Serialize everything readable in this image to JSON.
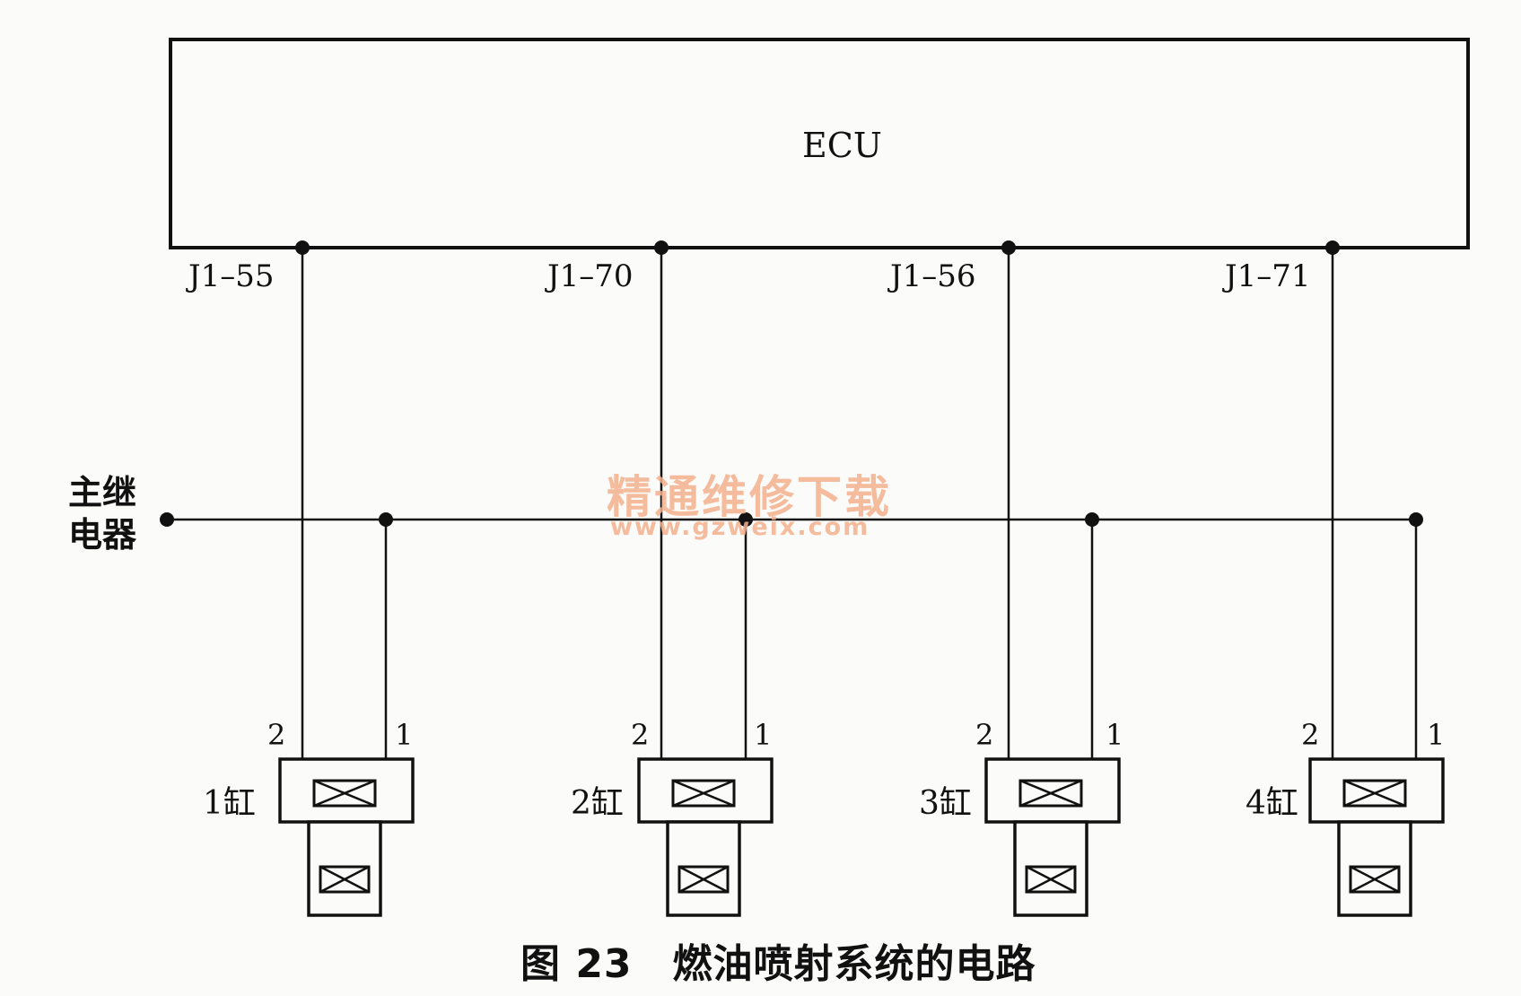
{
  "ecu": {
    "label": "ECU"
  },
  "relay": {
    "line1": "主继",
    "line2": "电器"
  },
  "pins": [
    "J1–55",
    "J1–70",
    "J1–56",
    "J1–71"
  ],
  "terminals": {
    "t2": "2",
    "t1": "1"
  },
  "injectors": [
    "1缸",
    "2缸",
    "3缸",
    "4缸"
  ],
  "caption": "图 23　燃油喷射系统的电路",
  "watermark": {
    "title": "精通维修下载",
    "url": "www.gzweix.com"
  }
}
